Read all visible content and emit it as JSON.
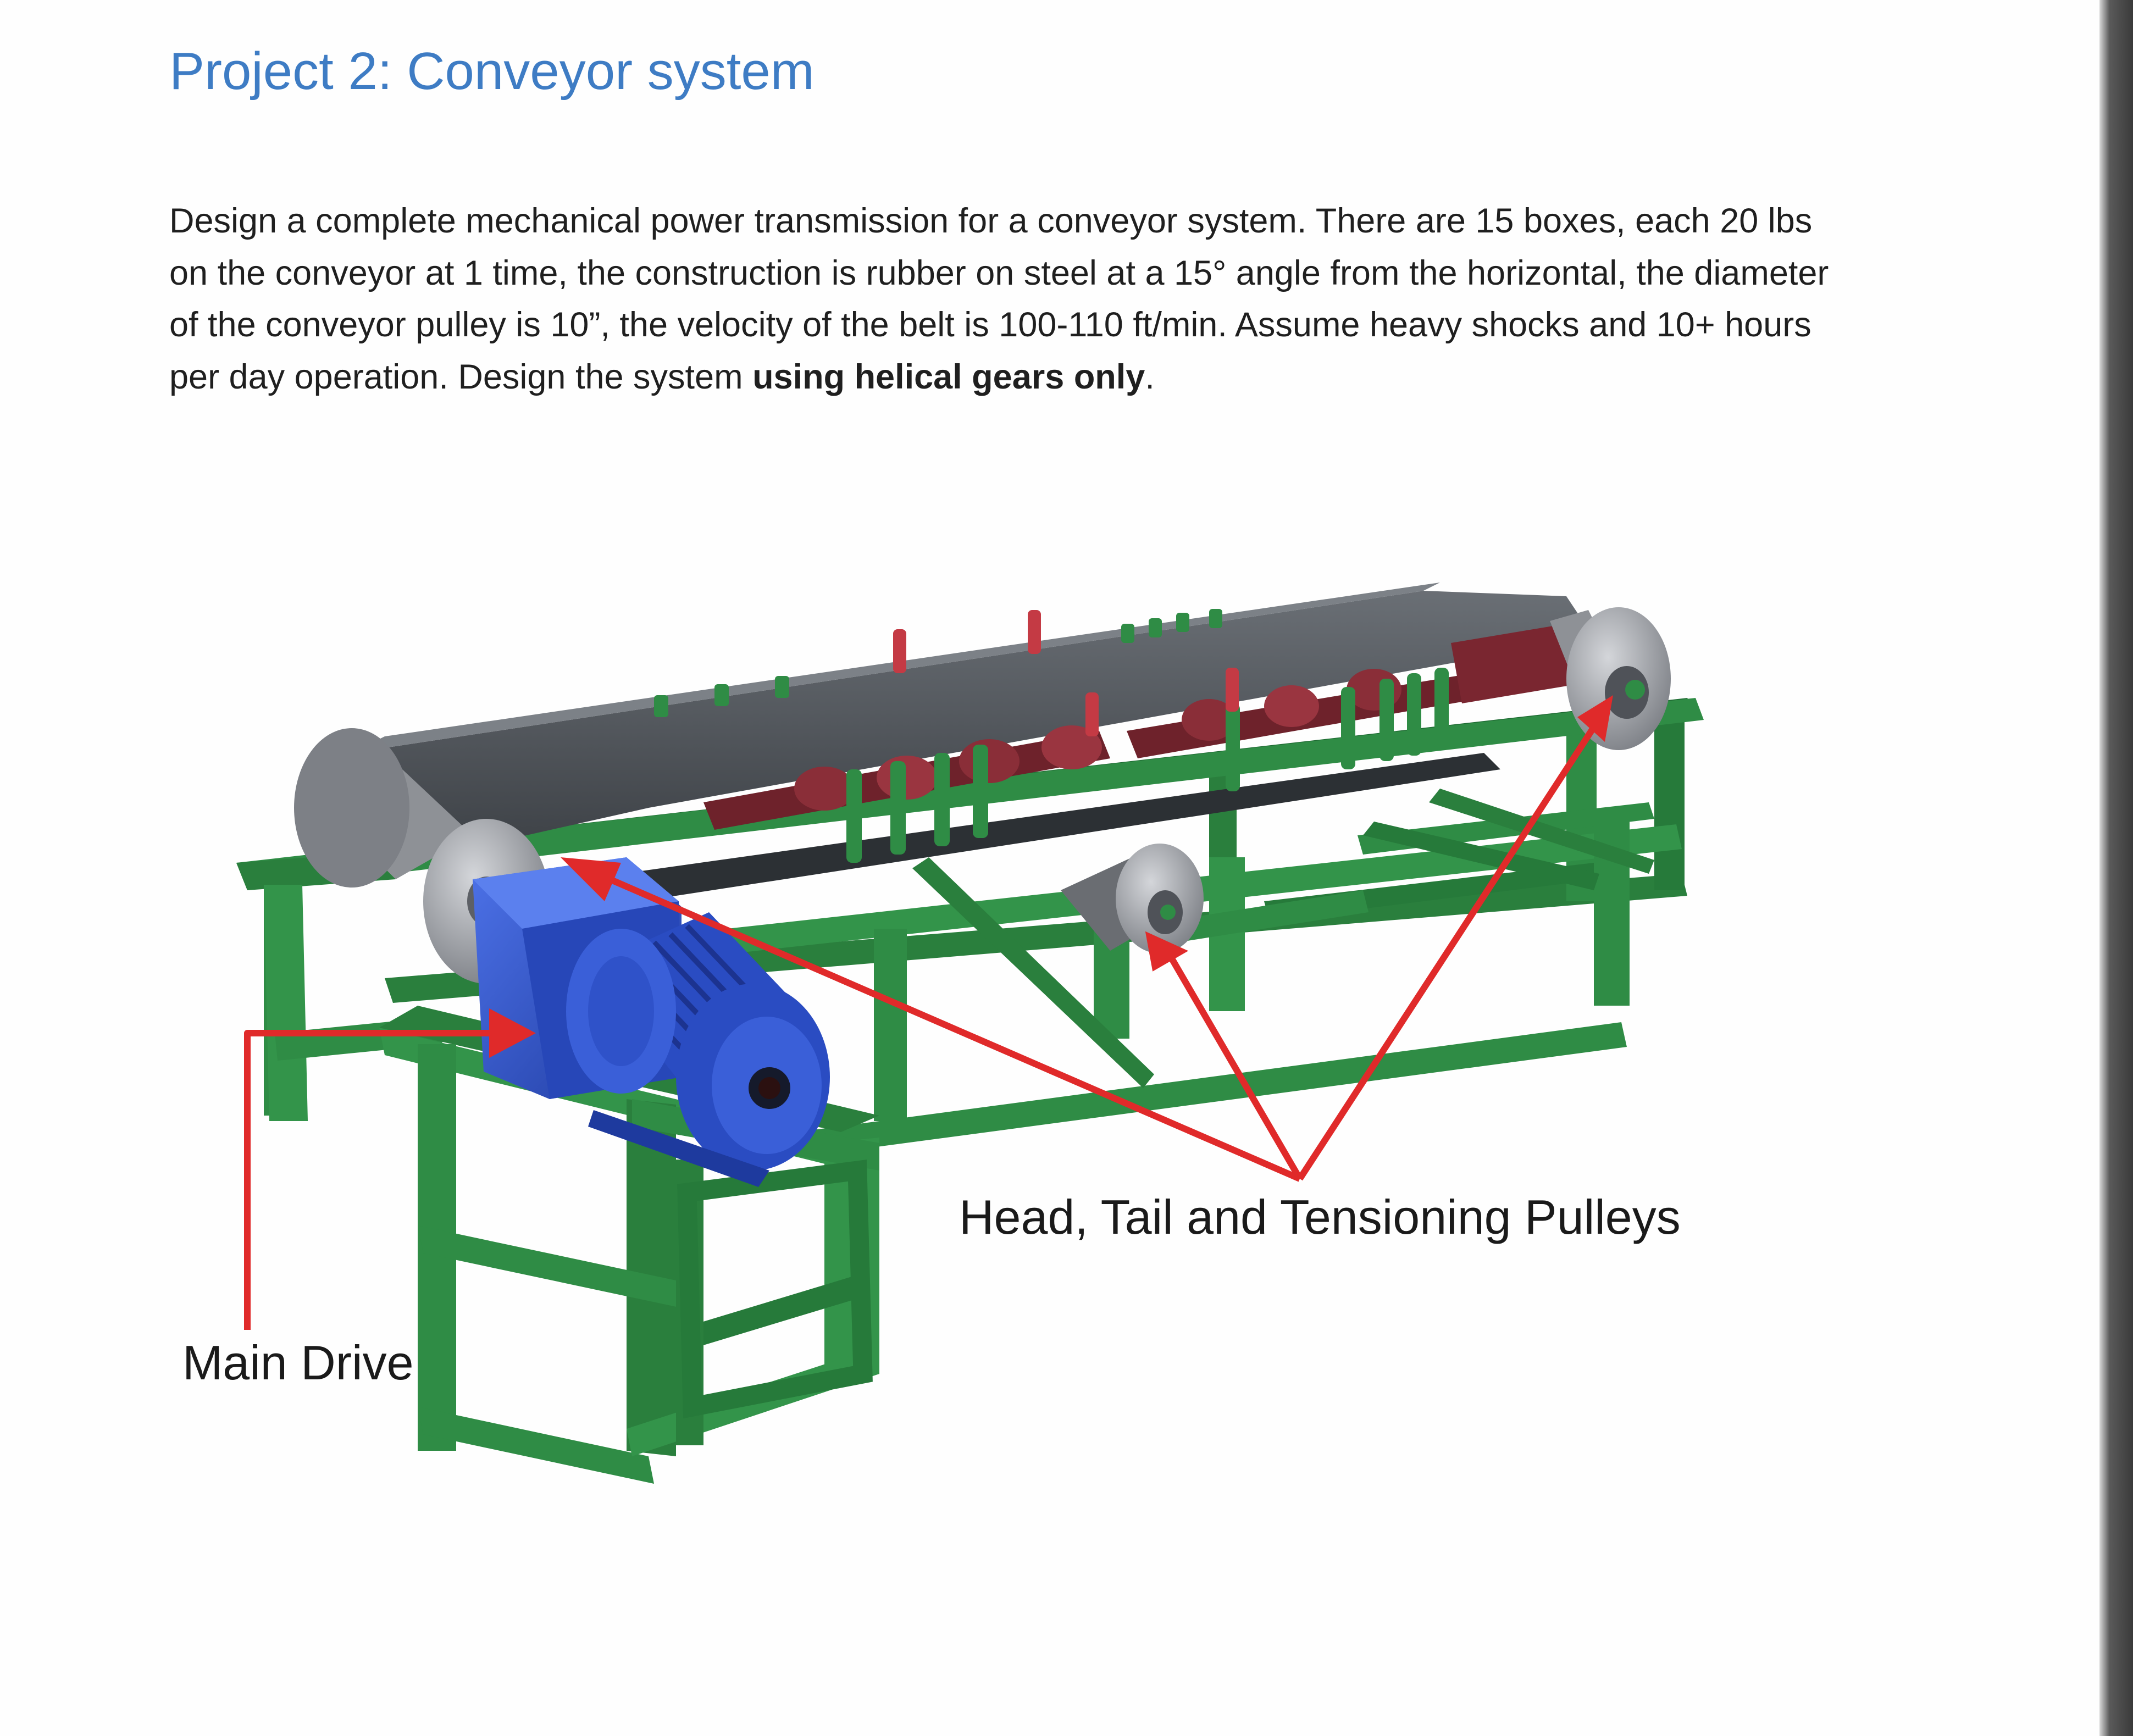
{
  "title": "Project 2:  Conveyor system",
  "description": {
    "part1": "Design a complete mechanical power transmission for a conveyor system. There are 15 boxes, each 20 lbs on the conveyor at 1 time, the construction is rubber on steel at a 15° angle from the horizontal, the diameter of the conveyor pulley is 10”, the velocity of the belt is 100-110 ft/min. Assume heavy shocks and 10+ hours per day operation. Design the system ",
    "bold1": "using helical gears",
    "space": " ",
    "bold2": "only",
    "end": "."
  },
  "figure": {
    "label_pulleys": "Head, Tail and Tensioning Pulleys",
    "label_drive": "Main Drive",
    "colors": {
      "frame": "#2f8c45",
      "frame_dark": "#1f6b33",
      "belt": "#4d5257",
      "pulley": "#a9abb0",
      "roller": "#8a2e38",
      "motor": "#2f52c9",
      "arrow": "#e02a2a"
    }
  }
}
